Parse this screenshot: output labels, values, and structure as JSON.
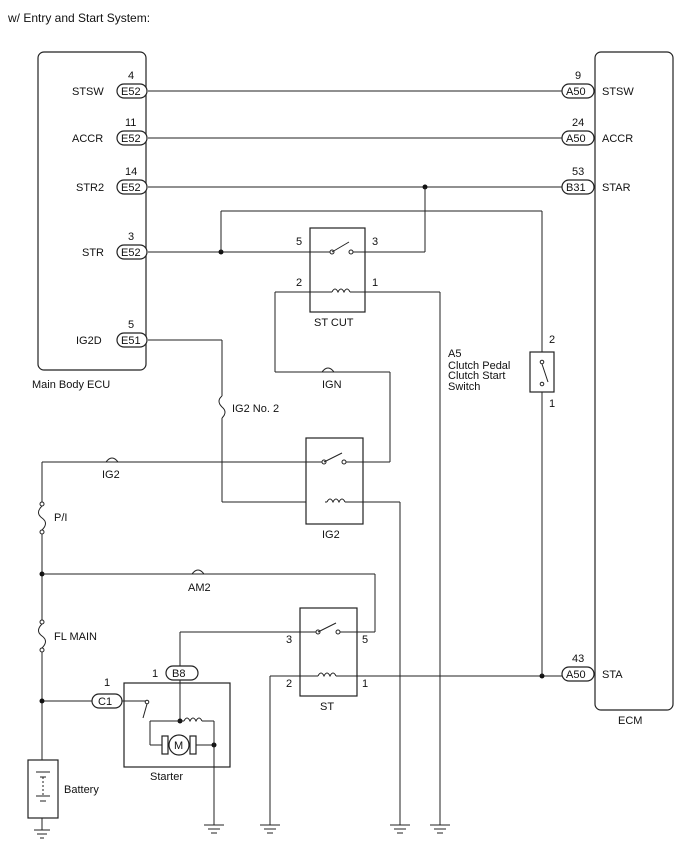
{
  "title": "w/ Entry and Start System:",
  "ecu": {
    "name": "Main Body ECU"
  },
  "ecm": {
    "name": "ECM"
  },
  "pins": {
    "stsw": {
      "ecu_pin": "4",
      "ecu_conn": "E52",
      "ecu_label": "STSW",
      "ecm_pin": "9",
      "ecm_conn": "A50",
      "ecm_label": "STSW"
    },
    "accr": {
      "ecu_pin": "11",
      "ecu_conn": "E52",
      "ecu_label": "ACCR",
      "ecm_pin": "24",
      "ecm_conn": "A50",
      "ecm_label": "ACCR"
    },
    "str2": {
      "ecu_pin": "14",
      "ecu_conn": "E52",
      "ecu_label": "STR2",
      "ecm_pin": "53",
      "ecm_conn": "B31",
      "ecm_label": "STAR"
    },
    "str": {
      "ecu_pin": "3",
      "ecu_conn": "E52",
      "ecu_label": "STR"
    },
    "ig2d": {
      "ecu_pin": "5",
      "ecu_conn": "E51",
      "ecu_label": "IG2D"
    },
    "sta": {
      "ecm_pin": "43",
      "ecm_conn": "A50",
      "ecm_label": "STA"
    }
  },
  "st_cut": {
    "name": "ST CUT",
    "p5": "5",
    "p3": "3",
    "p2": "2",
    "p1": "1"
  },
  "ig2_relay": {
    "name": "IG2"
  },
  "st_relay": {
    "name": "ST",
    "p3": "3",
    "p5": "5",
    "p2": "2",
    "p1": "1"
  },
  "clutch": {
    "code": "A5",
    "line1": "Clutch Pedal",
    "line2": "Clutch Start",
    "line3": "Switch",
    "p2": "2",
    "p1": "1"
  },
  "fuses": {
    "ig2_no2": "IG2 No. 2",
    "ign": "IGN",
    "ig2": "IG2",
    "pi": "P/I",
    "am2": "AM2",
    "fl_main": "FL MAIN"
  },
  "starter": {
    "name": "Starter",
    "motor": "M",
    "b8_pin": "1",
    "b8_conn": "B8",
    "c1_pin": "1",
    "c1_conn": "C1"
  },
  "battery": {
    "name": "Battery"
  }
}
